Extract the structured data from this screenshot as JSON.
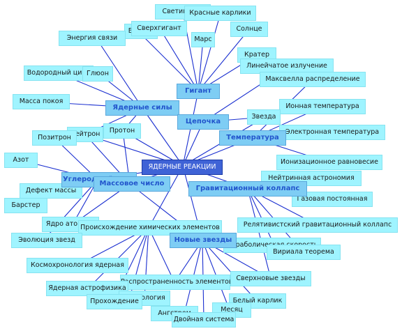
{
  "center": "ЯДЕРНЫЕ РЕАКЦИИ",
  "categories": {
    "gigant": "Гигант",
    "yadernye_sily": "Ядерные силы",
    "cepochka": "Цепочка",
    "temperatura": "Температура",
    "uglerodny_cikl": "Углеродный цикл",
    "massovoe_chislo": "Массовое число",
    "grav_kollaps": "Гравитационный коллапс",
    "novye_zvezdy": "Новые звезды"
  },
  "terms": {
    "svetimost": "Светимость",
    "krasnye_karliki": "Красные карлики",
    "vakuum": "Вакуум",
    "sverhgigant": "Сверхгигант",
    "energiya_svyazi": "Энергия связи",
    "mars": "Марс",
    "solnce": "Солнце",
    "krater": "Кратер",
    "lineychatoe": "Линейчатое излучение",
    "vodorodny_cikl": "Водородный цикл",
    "glyuon": "Глюон",
    "maksvell": "Максвелла распределение",
    "massa_pokoya": "Масса покоя",
    "ionnaya_temp": "Ионная температура",
    "zvezda": "Звезда",
    "neytron": "Нейтрон",
    "proton": "Протон",
    "elektronnaya_temp": "Электронная температура",
    "pozitron": "Позитрон",
    "azot": "Азот",
    "ioniz_ravnovesie": "Ионизационное равновесие",
    "neytrinnaya_astr": "Нейтринная астрономия",
    "defekt_massy": "Дефект массы",
    "gazovaya_postoyannaya": "Газовая постоянная",
    "barster": "Барстер",
    "yadro_atomnoe": "Ядро атомное",
    "proishozhdenie": "Происхождение химических элементов",
    "relyativ_kollaps": "Релятивистский гравитационный коллапс",
    "evolyuciya_zvezd": "Эволюция звезд",
    "parabolicheskaya": "Параболическая скорость",
    "viriala": "Вириала теорема",
    "kosmohronologiya": "Космохронология ядерная",
    "rasprostranennost": "Распространенность элементов",
    "sverhnovye": "Сверхновые звезды",
    "yadernaya_astrofizika": "Ядерная астрофизика",
    "kosmologiya": "Космология",
    "prohozhdenie": "Прохождение",
    "bely_karlik": "Белый карлик",
    "angstrem": "Ангстрем",
    "mesyac": "Месяц",
    "dvoynaya_sistema": "Двойная система"
  },
  "colors": {
    "term_fill": "#9ff4ff",
    "category_fill": "#7ecdf4",
    "category_text": "#2255cc",
    "center_fill": "#3f63d6",
    "link": "#1a2fd0"
  }
}
